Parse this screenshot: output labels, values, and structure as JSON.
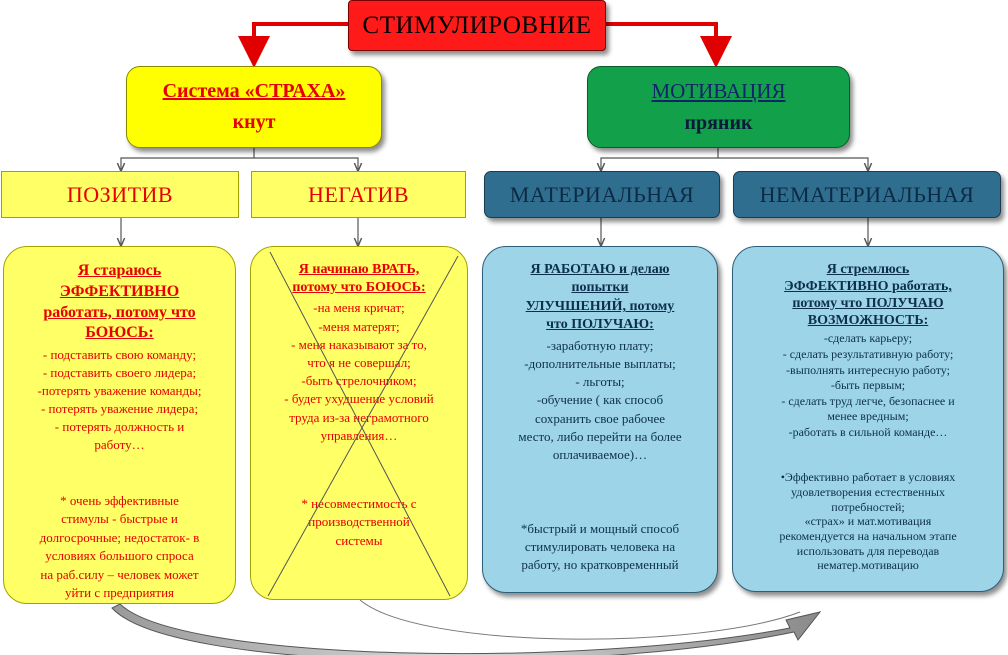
{
  "top": {
    "title": "СТИМУЛИРОВНИЕ"
  },
  "fear": {
    "title": "Система «СТРАХА»",
    "subtitle": "кнут"
  },
  "motivation": {
    "title": "МОТИВАЦИЯ",
    "subtitle": "пряник"
  },
  "categories": {
    "positive": "ПОЗИТИВ",
    "negative": "НЕГАТИВ",
    "material": "МАТЕРИАЛЬНАЯ",
    "nonmaterial": "НЕМАТЕРИАЛЬНАЯ"
  },
  "positive_box": {
    "heading": [
      "Я стараюсь",
      "ЭФФЕКТИВНО",
      "работать, потому что",
      "БОЮСЬ:"
    ],
    "items": [
      "- подставить свою команду;",
      "- подставить своего лидера;",
      "-потерять уважение команды;",
      "- потерять уважение лидера;",
      "- потерять должность и",
      "работу…"
    ],
    "note": [
      "* очень эффективные",
      "стимулы - быстрые и",
      "долгосрочные; недостаток- в",
      "условиях большого спроса",
      "на раб.силу – человек может",
      "уйти с предприятия"
    ]
  },
  "negative_box": {
    "heading": [
      "Я начинаю ВРАТЬ,",
      "потому что БОЮСЬ:"
    ],
    "items": [
      "-на меня кричат;",
      "-меня матерят;",
      "- меня наказывают за то,",
      "что я не совершал;",
      "-быть стрелочником;",
      "- будет ухудшение условий",
      "труда из-за неграмотного",
      "управления…"
    ],
    "note": [
      "* несовместимость с",
      "производственной",
      "системы"
    ]
  },
  "material_box": {
    "heading": [
      "Я РАБОТАЮ и делаю",
      "попытки",
      "УЛУЧШЕНИЙ, потому",
      "что ПОЛУЧАЮ:"
    ],
    "items": [
      "-заработную плату;",
      "-дополнительные выплаты;",
      "- льготы;",
      "-обучение ( как способ",
      "сохранить свое рабочее",
      "место, либо перейти на более",
      "оплачиваемое)…"
    ],
    "note": [
      "*быстрый и мощный способ",
      "стимулировать человека на",
      "работу, но кратковременный"
    ]
  },
  "nonmaterial_box": {
    "heading": [
      "Я стремлюсь",
      "ЭФФЕКТИВНО работать,",
      "потому что ПОЛУЧАЮ",
      "ВОЗМОЖНОСТЬ:"
    ],
    "items": [
      "-сделать карьеру;",
      "- сделать результативную работу;",
      "-выполнять интересную работу;",
      "-быть первым;",
      "- сделать труд легче, безопаснее и",
      "менее вредным;",
      "-работать в сильной команде…"
    ],
    "note": [
      "•Эффективно работает в условиях",
      "удовлетворения естественных",
      "потребностей;",
      "«страх» и мат.мотивация",
      "рекомендуется на начальном этапе",
      "использовать для переводав",
      "нематер.мотивацию"
    ]
  },
  "colors": {
    "red": "#ff1a1a",
    "yellow": "#ffff00",
    "light_yellow": "#ffff66",
    "green": "#12a04a",
    "teal": "#2f6e8e",
    "light_blue": "#9dd4e8",
    "text_red": "#e60000",
    "text_navy": "#0d2f4e"
  }
}
